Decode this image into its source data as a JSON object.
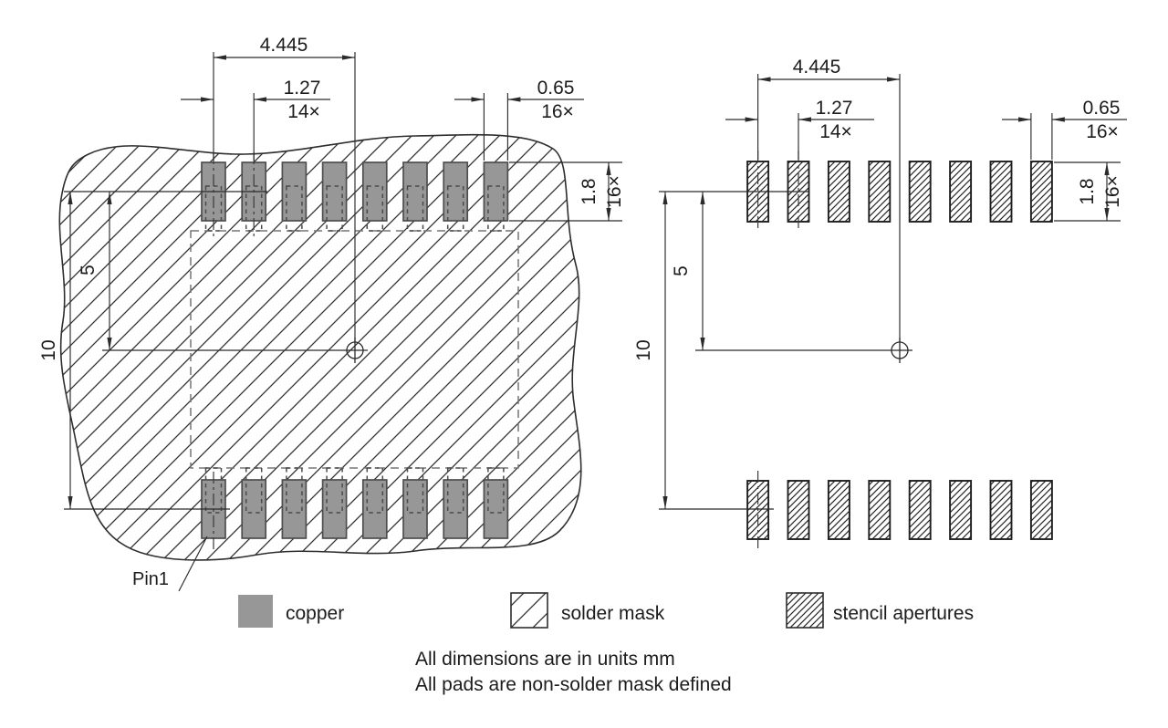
{
  "drawing": {
    "left": {
      "dim_span": "4.445",
      "dim_pitch": "1.27",
      "dim_pitch_count": "14×",
      "dim_width": "0.65",
      "dim_width_count": "16×",
      "dim_height": "1.8",
      "dim_height_count": "16×",
      "dim_row_distance": "10",
      "dim_center_distance": "5",
      "pin1": "Pin1"
    },
    "right": {
      "dim_span": "4.445",
      "dim_pitch": "1.27",
      "dim_pitch_count": "14×",
      "dim_width": "0.65",
      "dim_width_count": "16×",
      "dim_height": "1.8",
      "dim_height_count": "16×",
      "dim_row_distance": "10",
      "dim_center_distance": "5"
    },
    "legend": {
      "copper": "copper",
      "solder_mask": "solder mask",
      "stencil": "stencil apertures",
      "copper_color": "#979797",
      "line_color": "#2b2b2b"
    },
    "notes": {
      "units": "All dimensions are in units mm",
      "mask": "All pads are non-solder mask defined"
    }
  }
}
